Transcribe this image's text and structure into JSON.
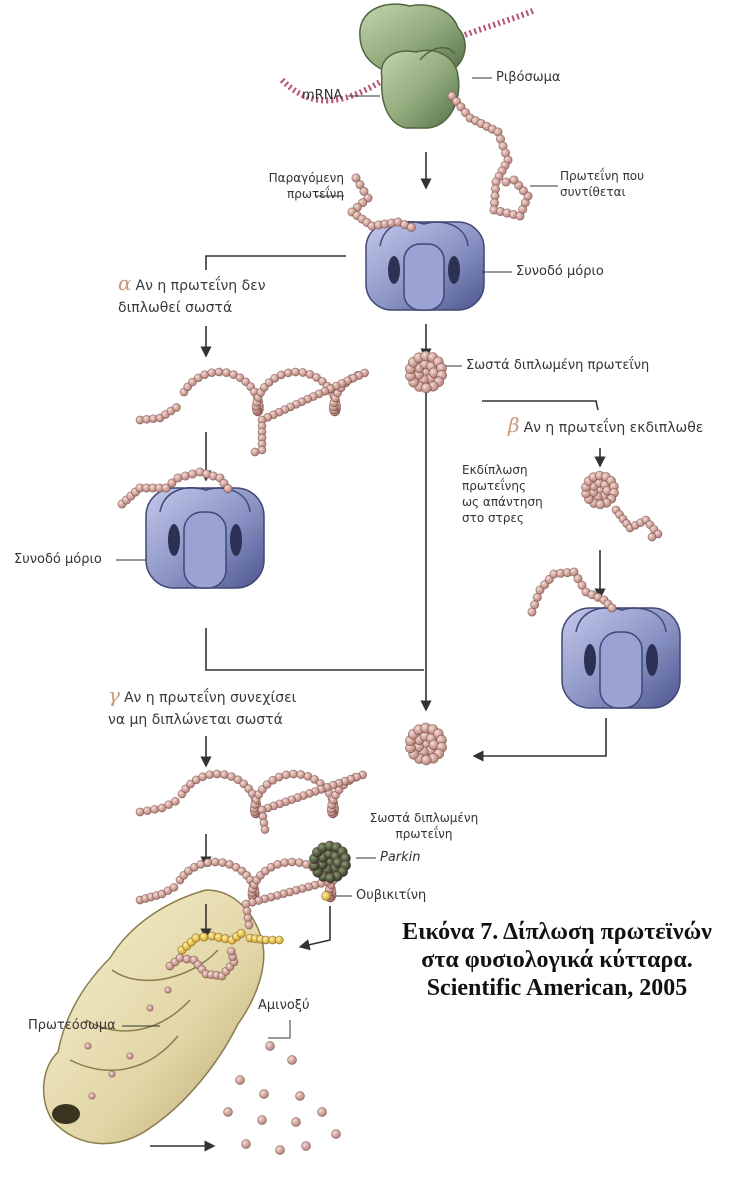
{
  "labels": {
    "mrna": "mRNA",
    "ribosome": "Ριβόσωμα",
    "nascent_protein": "Παραγόμενη\nπρωτεΐνη",
    "synthesized_protein": "Πρωτεΐνη που\nσυντίθεται",
    "chaperone_top": "Συνοδό μόριο",
    "correctly_folded_1": "Σωστά διπλωμένη πρωτεΐνη",
    "chaperone_left": "Συνοδό μόριο",
    "unfolding_stress": "Εκδίπλωση\nπρωτεΐνης\nως απάντηση\nστο στρες",
    "correctly_folded_2": "Σωστά διπλωμένη\nπρωτεΐνη",
    "parkin": "Parkin",
    "ubiquitin": "Ουβικιτίνη",
    "proteasome": "Πρωτεόσωμα",
    "amino_acid": "Αμινοξύ"
  },
  "steps": {
    "a_letter": "α",
    "a_text": "Αν η πρωτεΐνη δεν\nδιπλωθεί σωστά",
    "b_letter": "β",
    "b_text": "Αν η πρωτεΐνη εκδιπλωθε",
    "g_letter": "γ",
    "g_text": "Αν η πρωτεΐνη συνεχίσει\nνα μη διπλώνεται σωστά"
  },
  "caption": "Εικόνα 7. Δίπλωση πρωτεϊνών στα φυσιολογικά κύτταρα. Scientific American, 2005",
  "colors": {
    "ribosome": "#8fa87a",
    "chaperone": "#8a93c4",
    "protein_bead": "#d9a9a0",
    "ubiquitin": "#e8c44a",
    "proteasome": "#e2d6a6",
    "parkin": "#4d5a3c",
    "mrna": "#b7527a"
  },
  "icons": [
    "ribosome-icon",
    "chaperone-icon",
    "protein-chain-icon",
    "folded-protein-icon",
    "parkin-icon",
    "ubiquitin-icon",
    "proteasome-icon",
    "amino-acid-icon"
  ]
}
